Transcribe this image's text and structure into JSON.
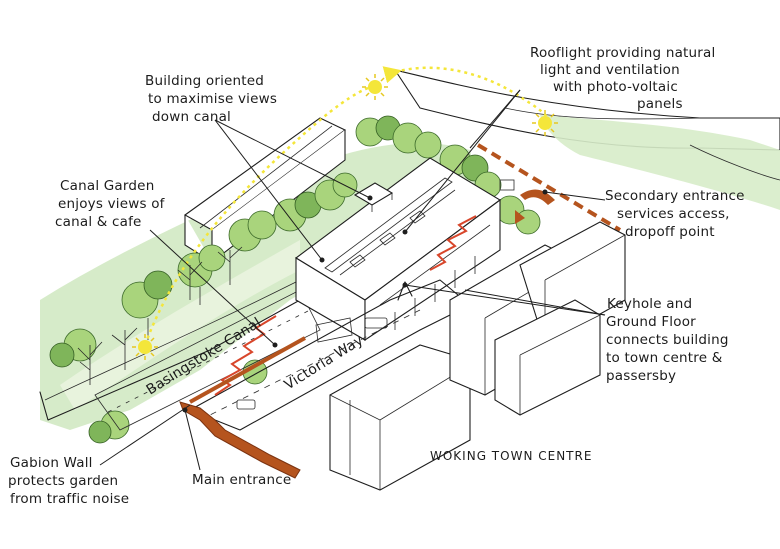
{
  "labels": {
    "rooflight": [
      "Rooflight providing natural",
      "light and ventilation",
      "with photo-voltaic",
      "panels"
    ],
    "orientation": [
      "Building oriented",
      "to maximise views",
      "down canal"
    ],
    "canal_garden": [
      "Canal Garden",
      "enjoys views of",
      "canal & cafe"
    ],
    "secondary_entrance": [
      "Secondary entrance",
      "services access,",
      "dropoff point"
    ],
    "keyhole": [
      "Keyhole and",
      "Ground Floor",
      "connects building",
      "to town centre &",
      "passersby"
    ],
    "canal_name": "Basingstoke Canal",
    "street_name": "Victoria Way",
    "town_centre": "WOKING TOWN CENTRE",
    "main_entrance": "Main entrance",
    "gabion": [
      "Gabion Wall",
      "protects garden",
      "from traffic noise"
    ]
  },
  "colors": {
    "tree_green": "#a9d47c",
    "canal_green": "#cfe8c0",
    "facade_yellow": "#f3ef9a",
    "sun_yellow": "#f4e63a",
    "path_brown": "#b5541e",
    "zigzag_red": "#d8462b",
    "ink": "#1e1e1e"
  },
  "icons": [
    "sun-icon",
    "tree-icon",
    "car-icon",
    "sun-path-arrow"
  ]
}
